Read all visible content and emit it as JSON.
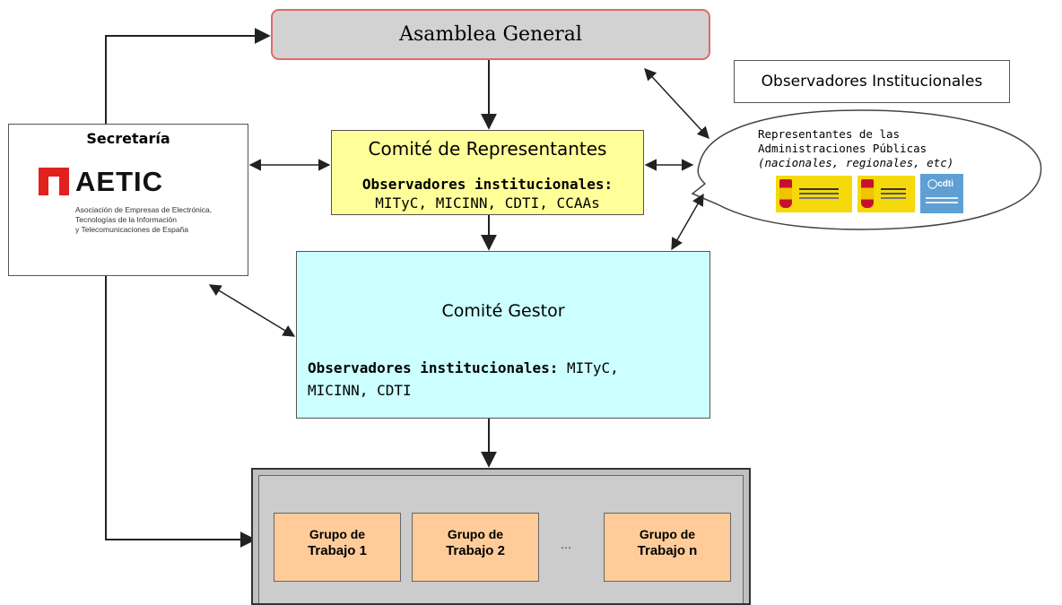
{
  "asamblea": {
    "label": "Asamblea General"
  },
  "observadores_institucionales": {
    "title": "Observadores Institucionales"
  },
  "representantes": {
    "line1": "Representantes de las",
    "line2": "Administraciones Públicas",
    "line3": "(nacionales, regionales, etc)"
  },
  "logos": [
    "spain-ministry-industry-logo",
    "spain-ministry-science-logo",
    "cdti-logo"
  ],
  "comite_representantes": {
    "title": "Comité de Representantes",
    "obs_label": "Observadores institucionales:",
    "obs_values": "MITyC, MICINN, CDTI, CCAAs"
  },
  "secretaria": {
    "title": "Secretaría",
    "logo_word": "AETIC",
    "logo_sub1": "Asociación de Empresas de Electrónica,",
    "logo_sub2": "Tecnologías de la Información",
    "logo_sub3": "y Telecomunicaciones de España"
  },
  "comite_gestor": {
    "title": "Comité Gestor",
    "obs_label": "Observadores institucionales:",
    "obs_values_1": "MITyC,",
    "obs_values_2": "MICINN, CDTI"
  },
  "grupos": [
    {
      "line1": "Grupo de",
      "line2": "Trabajo 1"
    },
    {
      "line1": "Grupo de",
      "line2": "Trabajo 2"
    },
    {
      "line1": "Grupo de",
      "line2": "Trabajo n"
    }
  ],
  "ellipsis": "…",
  "colors": {
    "asamblea_fill": "#d2d2d2",
    "asamblea_border": "#e06a6a",
    "comite_representantes_fill": "#ffff99",
    "comite_gestor_fill": "#ccffff",
    "grupo_fill": "#ffcc99",
    "grupos_container_fill": "#c0c0c0",
    "aetic_red": "#e2201e"
  }
}
